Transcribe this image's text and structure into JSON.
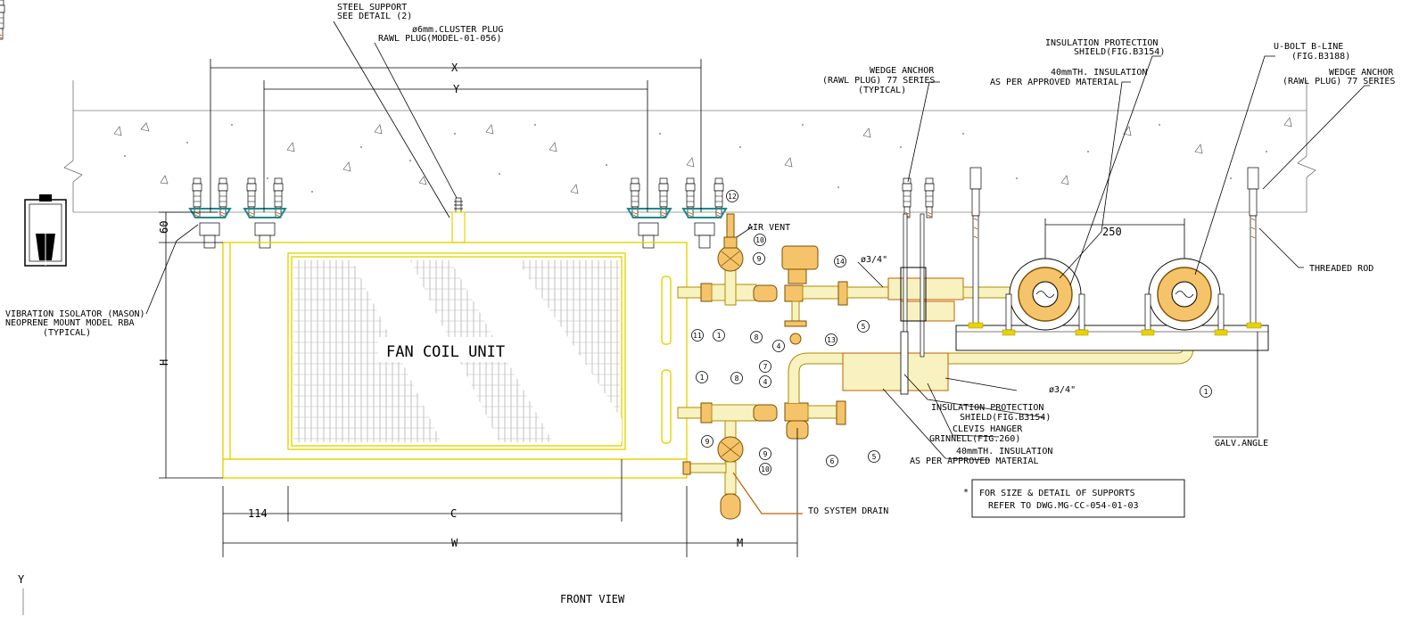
{
  "title": "FRONT VIEW",
  "unit_label": "FAN COIL UNIT",
  "axis_indicator": "Y",
  "dimensions": {
    "x": "X",
    "y": "Y",
    "h": "H",
    "c": "C",
    "w": "W",
    "m": "M",
    "d60": "60",
    "d114": "114",
    "d250": "250"
  },
  "labels": {
    "steel_support_1": "STEEL SUPPORT",
    "steel_support_2": "SEE DETAIL (2)",
    "cluster_plug_1": "ø6mm.CLUSTER PLUG",
    "cluster_plug_2": "RAWL PLUG(MODEL-01-056)",
    "insulation_shield_top_1": "INSULATION PROTECTION",
    "insulation_shield_top_2": "SHIELD(FIG.B3154)",
    "insulation_top_1": "40mmTH. INSULATION",
    "insulation_top_2": "AS PER APPROVED MATERIAL",
    "wedge_left_1": "WEDGE ANCHOR",
    "wedge_left_2": "(RAWL PLUG) 77 SERIES",
    "wedge_left_3": "(TYPICAL)",
    "ubolt_1": "U-BOLT B-LINE",
    "ubolt_2": "(FIG.B3188)",
    "wedge_right_1": "WEDGE ANCHOR",
    "wedge_right_2": "(RAWL PLUG) 77 SERIES",
    "air_vent": "AIR VENT",
    "threaded_rod": "THREADED ROD",
    "pipe_size_top": "ø3/4\"",
    "pipe_size_mid": "ø3/4\"",
    "vibration_1": "VIBRATION ISOLATOR (MASON)",
    "vibration_2": "NEOPRENE MOUNT MODEL RBA",
    "vibration_3": "(TYPICAL)",
    "insulation_shield_bot_1": "INSULATION PROTECTION",
    "insulation_shield_bot_2": "SHIELD(FIG.B3154)",
    "clevis_1": "CLEVIS HANGER",
    "clevis_2": "GRINNELL(FIG.260)",
    "insulation_bot_1": "40mmTH. INSULATION",
    "insulation_bot_2": "AS PER APPROVED MATERIAL",
    "galv_angle": "GALV.ANGLE",
    "to_drain": "TO SYSTEM DRAIN"
  },
  "note": {
    "star": "*",
    "line1": "FOR SIZE & DETAIL OF SUPPORTS",
    "line2": "REFER TO DWG.MG-CC-054-01-03"
  },
  "callouts": {
    "n12": "12",
    "n10a": "10",
    "n9a": "9",
    "n14": "14",
    "n5a": "5",
    "n11": "11",
    "n1a": "1",
    "n8a": "8",
    "n13": "13",
    "n4a": "4",
    "n7": "7",
    "n4b": "4",
    "n1b": "1",
    "n8b": "8",
    "n9b": "9",
    "n9c": "9",
    "n10b": "10",
    "n6": "6",
    "n5b": "5",
    "n1c": "1"
  },
  "colors": {
    "unit_outline": "#e6d400",
    "pipe_fill": "#f7f2c0",
    "component_fill": "#f5c46a",
    "drain_leader": "#c06000",
    "isolator": "#1f8a8a"
  }
}
